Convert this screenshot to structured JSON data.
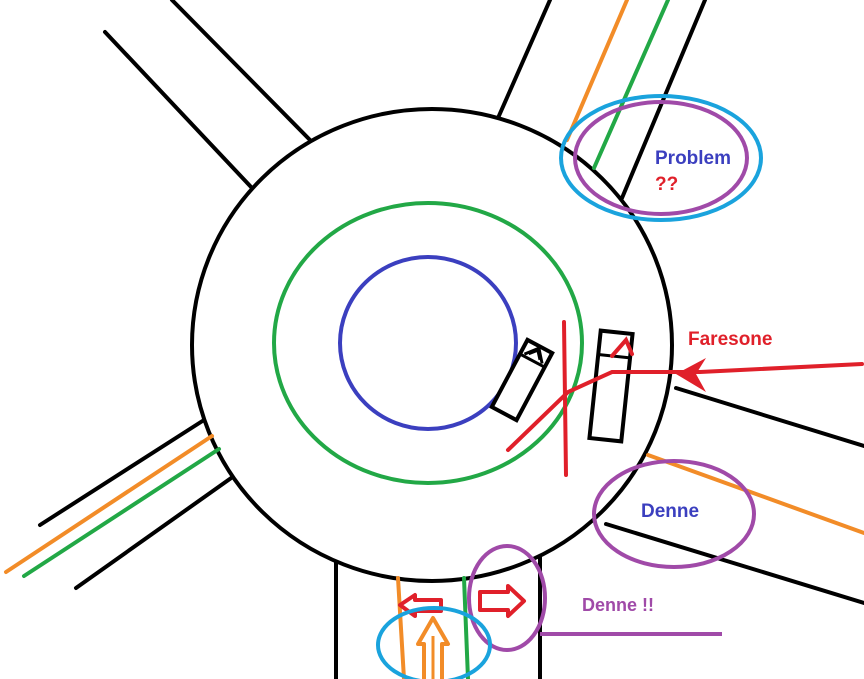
{
  "labels": {
    "problem": "Problem",
    "problem_marks": "??",
    "faresone": "Faresone",
    "denne_right": "Denne",
    "denne_bottom": "Denne !!"
  },
  "colors": {
    "road_outline": "#000000",
    "inner_circle": "#3b3fbf",
    "middle_circle": "#22a846",
    "orange_line": "#f28c28",
    "green_line": "#22a846",
    "red_marking": "#e0202a",
    "purple_highlight": "#a04aa8",
    "blue_highlight": "#1aa3dd",
    "problem_text": "#3b3fbf",
    "problem_marks_text": "#e0202a",
    "faresone_text": "#e0202a",
    "denne_right_text": "#3b3fbf",
    "denne_bottom_text": "#a04aa8"
  },
  "icons": {
    "car_inner": "car-icon",
    "car_outer": "car-icon",
    "arrow_left": "arrow-left-icon",
    "arrow_right": "arrow-right-icon",
    "arrow_up": "arrow-up-icon",
    "arrow_faresone": "arrow-left-icon"
  }
}
